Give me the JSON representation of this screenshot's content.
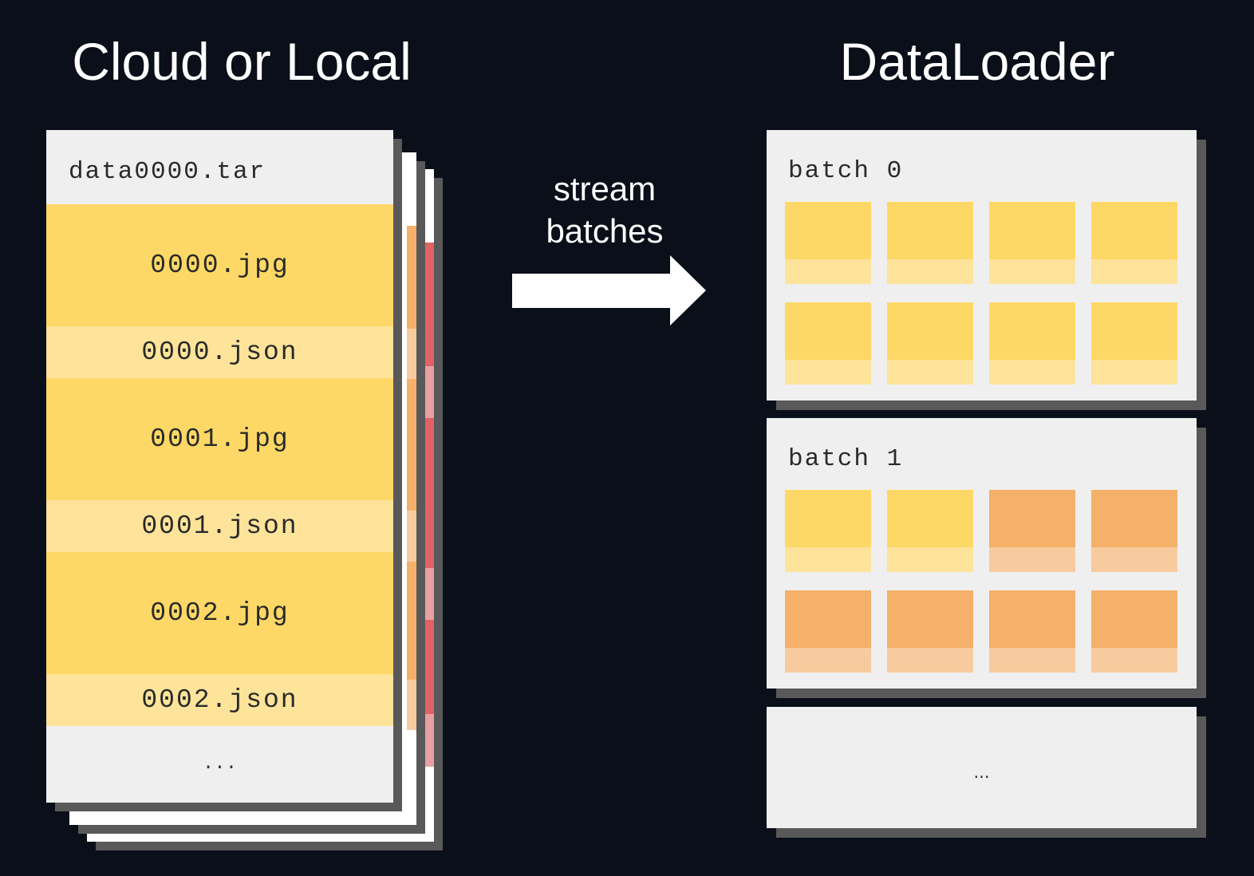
{
  "left_title": "Cloud or Local",
  "right_title": "DataLoader",
  "arrow_label_line1": "stream",
  "arrow_label_line2": "batches",
  "tar": {
    "name": "data0000.tar",
    "entries": [
      {
        "name": "0000.jpg",
        "kind": "jpg"
      },
      {
        "name": "0000.json",
        "kind": "json"
      },
      {
        "name": "0001.jpg",
        "kind": "jpg"
      },
      {
        "name": "0001.json",
        "kind": "json"
      },
      {
        "name": "0002.jpg",
        "kind": "jpg"
      },
      {
        "name": "0002.json",
        "kind": "json"
      }
    ],
    "more": "..."
  },
  "batches": [
    {
      "label": "batch 0",
      "tiles": [
        "yellow",
        "yellow",
        "yellow",
        "yellow",
        "yellow",
        "yellow",
        "yellow",
        "yellow"
      ]
    },
    {
      "label": "batch 1",
      "tiles": [
        "yellow",
        "yellow",
        "orange",
        "orange",
        "orange",
        "orange",
        "orange",
        "orange"
      ]
    }
  ],
  "more_batches": "...",
  "colors": {
    "background": "#0b0f19",
    "yellow_image": "#fed866",
    "yellow_meta": "#fee49b",
    "orange_image": "#f5b06a",
    "orange_meta": "#f8cb9f",
    "red_image": "#e06265",
    "red_meta": "#e9a0a2",
    "panel": "#efefef",
    "shadow": "#595959"
  }
}
